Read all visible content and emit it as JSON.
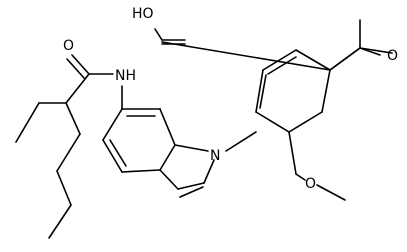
{
  "molecule": {
    "atom_labels": {
      "hydroxyl": "HO",
      "carbonyl_oxygen_acid": "O",
      "carbonyl_oxygen_amide": "O",
      "amide_nitrogen": "NH",
      "indole_nitrogen": "N",
      "methoxy_oxygen": "O"
    }
  }
}
